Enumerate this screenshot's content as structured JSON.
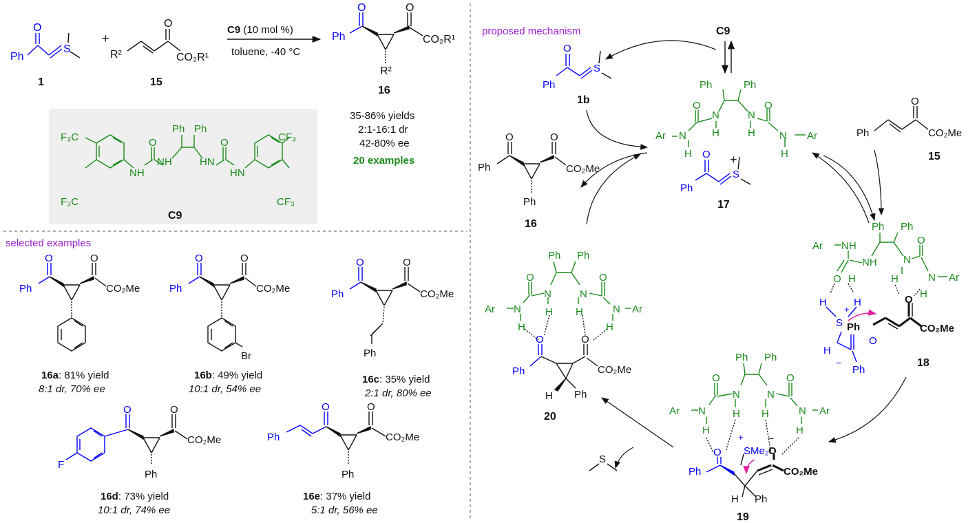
{
  "colors": {
    "ink": "#111111",
    "blue": "#0000ff",
    "green": "#1a8a1a",
    "purple": "#9b1fd0",
    "magenta": "#e0209f",
    "box": "#efefef",
    "dash": "#555555"
  },
  "atoms": {
    "O": "O",
    "S": "S",
    "H": "H",
    "N": "N",
    "NH": "NH",
    "HN": "HN",
    "Ph": "Ph",
    "Ar": "Ar",
    "CO2Me": "CO₂Me",
    "CO2R1": "CO₂R¹",
    "R2": "R²",
    "CF3": "CF₃",
    "F3C": "F₃C",
    "Br": "Br",
    "F": "F",
    "SMe2": "SMe₂",
    "plus": "+",
    "minus": "−"
  },
  "reaction": {
    "compound_1": "1",
    "compound_15": "15",
    "plus_sign": "+",
    "catalyst": "C9",
    "catalyst_loading": " (10 mol %)",
    "conditions": "toluene, -40 °C",
    "product": "16",
    "yield_range": "35-86% yields",
    "dr_range": "2:1-16:1 dr",
    "ee_range": "42-80% ee",
    "examples_count": "20 examples"
  },
  "catalyst_box": {
    "label": "C9"
  },
  "examples": {
    "heading": "selected examples",
    "e16a": {
      "id": "16a",
      "yield": ": 81% yield",
      "selectivity": "8:1 dr, 70% ee"
    },
    "e16b": {
      "id": "16b",
      "yield": ": 49% yield",
      "selectivity": "10:1 dr, 54% ee"
    },
    "e16c": {
      "id": "16c",
      "yield": ": 35% yield",
      "selectivity": "2:1 dr, 80% ee"
    },
    "e16d": {
      "id": "16d",
      "yield": ": 73% yield",
      "selectivity": "10:1 dr, 74% ee"
    },
    "e16e": {
      "id": "16e",
      "yield": ": 37% yield",
      "selectivity": "5:1 dr, 56% ee"
    }
  },
  "mechanism": {
    "heading": "proposed mechanism",
    "catalyst": "C9",
    "ylide": "1b",
    "complex": "17",
    "substrate": "15",
    "ts": "18",
    "intermediate": "19",
    "product_complex": "20",
    "product": "16",
    "plus_sign": "+"
  }
}
